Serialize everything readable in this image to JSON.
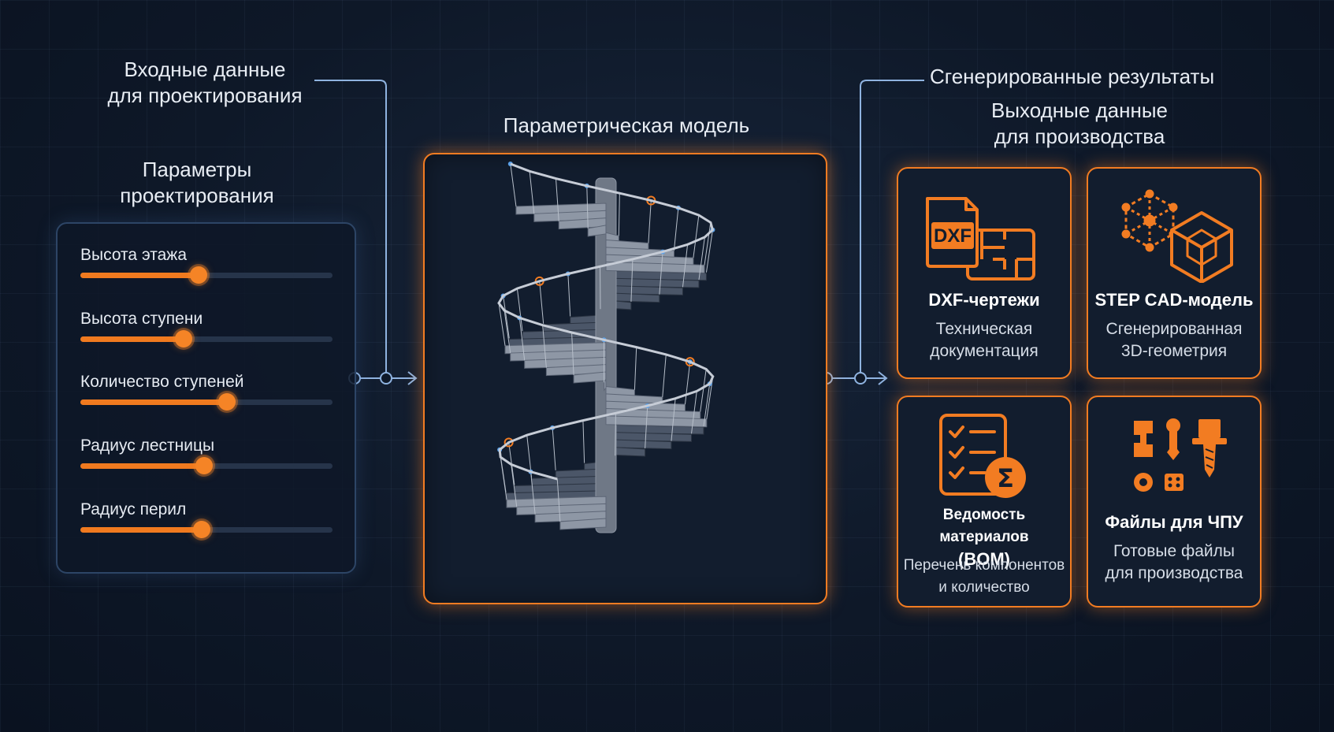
{
  "labels": {
    "design_inputs_line1": "Входные данные",
    "design_inputs_line2": "для проектирования",
    "design_params_line1": "Параметры",
    "design_params_line2": "проектирования",
    "parametric_model": "Параметрическая модель",
    "generated_results": "Сгенерированные результаты",
    "output_line1": "Выходные данные",
    "output_line2": "для производства"
  },
  "parameters": [
    {
      "label": "Высота этажа",
      "level": 0.47
    },
    {
      "label": "Высота ступени",
      "level": 0.41
    },
    {
      "label": "Количество ступеней",
      "level": 0.58
    },
    {
      "label": "Радиус лестницы",
      "level": 0.49
    },
    {
      "label": "Радиус перил",
      "level": 0.48
    }
  ],
  "outputs": [
    {
      "title": "DXF-чертежи",
      "sub1": "Техническая",
      "sub2": "документация",
      "icon": "dxf-file-icon",
      "icon_text": "DXF"
    },
    {
      "title": "STEP CAD-модель",
      "sub1": "Сгенерированная",
      "sub2": "3D-геометрия",
      "icon": "cad-cube-icon"
    },
    {
      "title": "Ведомость материалов",
      "title2": "(BOM)",
      "sub1": "Перечень компонентов",
      "sub2": "и количество",
      "icon": "checklist-sum-icon"
    },
    {
      "title": "Файлы для ЧПУ",
      "sub1": "Готовые файлы",
      "sub2": "для производства",
      "icon": "cnc-tools-icon"
    }
  ],
  "colors": {
    "accent": "#f27c22",
    "connector": "#8fb3e0",
    "panel_border": "#2d4566"
  }
}
